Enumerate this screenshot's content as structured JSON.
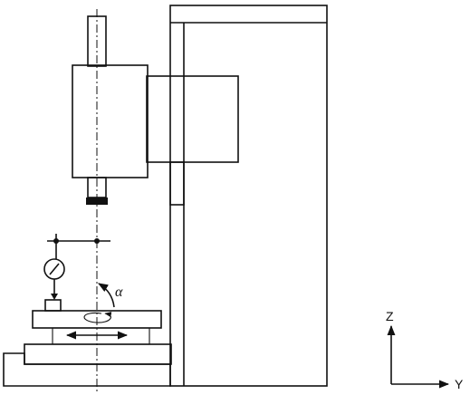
{
  "labels": {
    "alpha": "α",
    "axis_z": "Z",
    "axis_y": "Y"
  }
}
